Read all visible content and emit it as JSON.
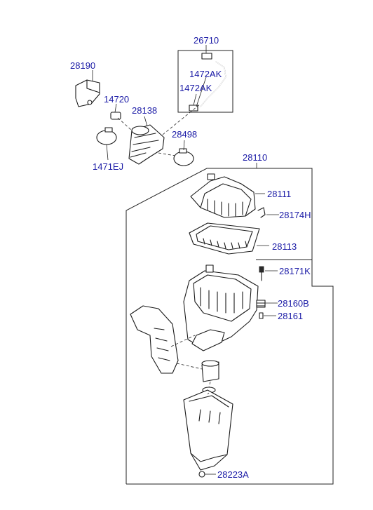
{
  "diagram": {
    "labels": {
      "p26710": "26710",
      "p1472AK_a": "1472AK",
      "p1472AK_b": "1472AK",
      "p28190": "28190",
      "p14720": "14720",
      "p28138": "28138",
      "p28498": "28498",
      "p1471EJ": "1471EJ",
      "p28110": "28110",
      "p28111": "28111",
      "p28174H": "28174H",
      "p28113": "28113",
      "p28171K": "28171K",
      "p28160B": "28160B",
      "p28161": "28161",
      "p28223A": "28223A"
    }
  }
}
